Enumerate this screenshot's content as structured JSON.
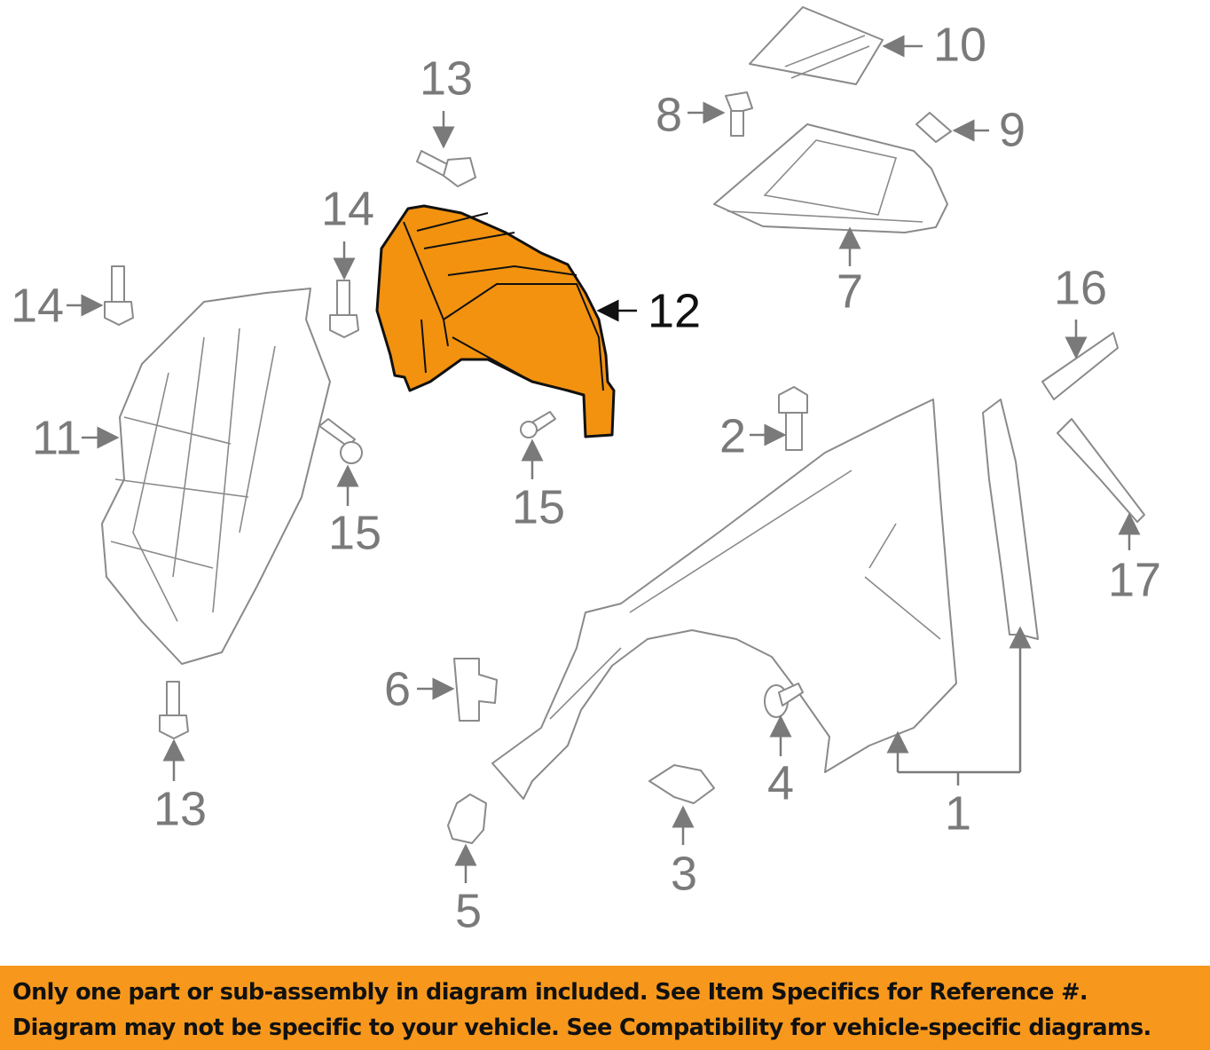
{
  "callouts": {
    "c1": "1",
    "c2": "2",
    "c3": "3",
    "c4": "4",
    "c5": "5",
    "c6": "6",
    "c7": "7",
    "c8": "8",
    "c9": "9",
    "c10": "10",
    "c11": "11",
    "c12": "12",
    "c13_top": "13",
    "c13_bottom": "13",
    "c14_top": "14",
    "c14_left": "14",
    "c15_left": "15",
    "c15_mid": "15",
    "c16": "16",
    "c17": "17"
  },
  "highlighted_part": "12",
  "colors": {
    "highlight": "#f2920f",
    "banner": "#f7981c",
    "line": "#8a8a8a"
  },
  "banner": {
    "line1": "Only one part or sub-assembly in diagram included. See Item Specifics for Reference #.",
    "line2": "Diagram may not be specific to your vehicle. See Compatibility for vehicle-specific diagrams."
  }
}
